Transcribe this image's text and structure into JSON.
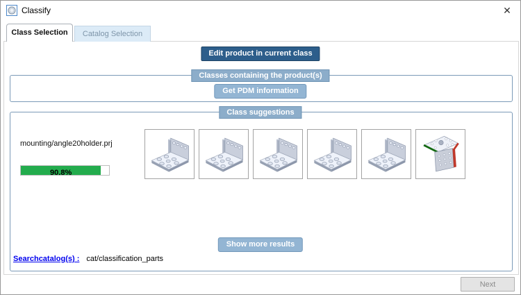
{
  "window": {
    "title": "Classify",
    "close_label": "✕"
  },
  "tabs": {
    "class_selection": "Class Selection",
    "catalog_selection": "Catalog Selection"
  },
  "buttons": {
    "edit_product": "Edit product in current class",
    "get_pdm": "Get PDM information",
    "show_more": "Show more results",
    "next": "Next"
  },
  "group_labels": {
    "classes_containing": "Classes containing the product(s)",
    "class_suggestions": "Class suggestions"
  },
  "suggestion": {
    "project_name": "mounting/angle20holder.prj",
    "confidence_label": "90.8%",
    "confidence_value": 90.8,
    "thumbnails": [
      "angle-bracket-view-1",
      "angle-bracket-view-2",
      "angle-bracket-view-3",
      "angle-bracket-view-4",
      "angle-bracket-view-5",
      "angle-bracket-highlighted-edges-view"
    ]
  },
  "search_catalogs": {
    "link_label": "Searchcatalog(s) :",
    "value": "cat/classification_parts"
  },
  "colors": {
    "accent_dark_blue": "#2d5e8b",
    "accent_steel_blue": "#93b5d3",
    "group_border_blue": "#7b9ab7",
    "progress_green": "#23ac4d",
    "link_blue": "#0000ee"
  }
}
